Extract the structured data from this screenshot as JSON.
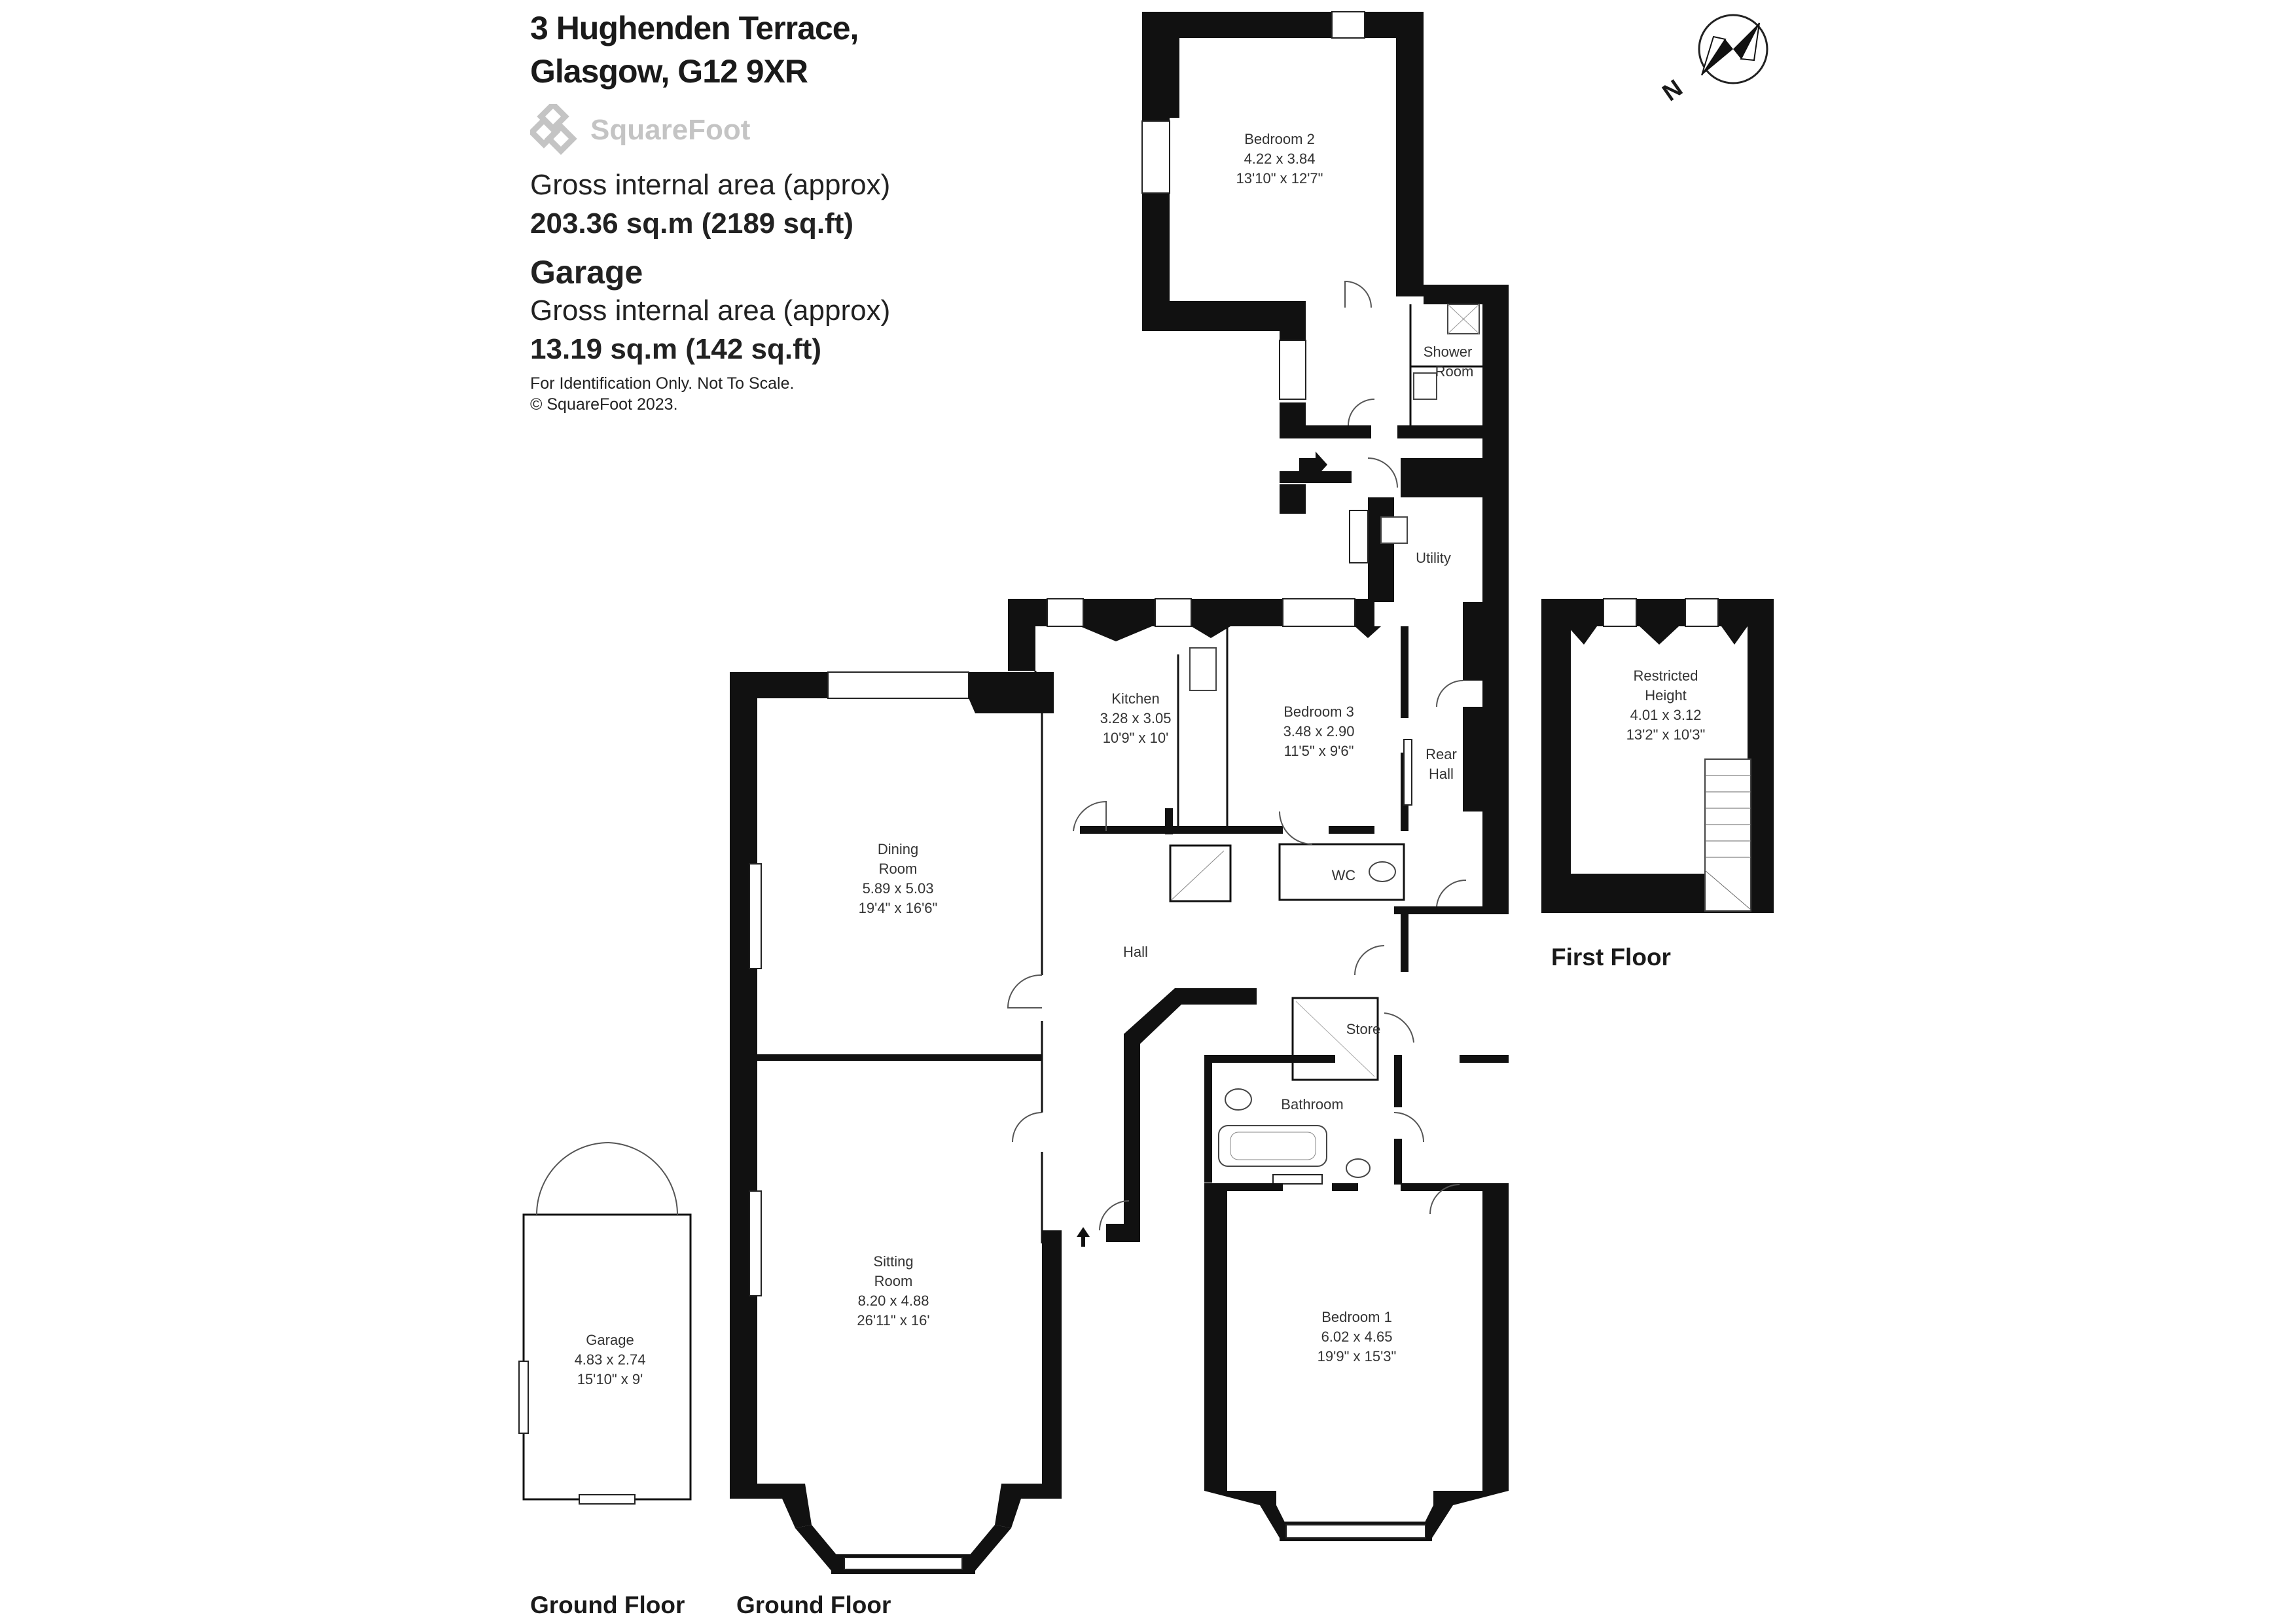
{
  "address": {
    "line1": "3 Hughenden Terrace,",
    "line2": "Glasgow, G12 9XR"
  },
  "logo": {
    "text": "SquareFoot"
  },
  "main_area": {
    "label": "Gross internal area (approx)",
    "value": "203.36 sq.m (2189 sq.ft)"
  },
  "garage_area": {
    "heading": "Garage",
    "label": "Gross internal area (approx)",
    "value": "13.19 sq.m (142 sq.ft)"
  },
  "notes": {
    "line1": "For Identification Only. Not To Scale.",
    "line2": "© SquareFoot 2023."
  },
  "compass": {
    "letter": "N"
  },
  "rooms": {
    "bedroom2": {
      "name": "Bedroom 2",
      "metric": "4.22 x 3.84",
      "imperial": "13'10\" x 12'7\""
    },
    "shower": {
      "line1": "Shower",
      "line2": "Room"
    },
    "utility": {
      "name": "Utility"
    },
    "kitchen": {
      "name": "Kitchen",
      "metric": "3.28 x 3.05",
      "imperial": "10'9\" x 10'"
    },
    "bedroom3": {
      "name": "Bedroom 3",
      "metric": "3.48 x 2.90",
      "imperial": "11'5\" x 9'6\""
    },
    "rear_hall": {
      "line1": "Rear",
      "line2": "Hall"
    },
    "wc": {
      "name": "WC"
    },
    "dining": {
      "line1": "Dining",
      "line2": "Room",
      "metric": "5.89 x 5.03",
      "imperial": "19'4\" x 16'6\""
    },
    "hall": {
      "name": "Hall"
    },
    "store": {
      "name": "Store"
    },
    "bathroom": {
      "name": "Bathroom"
    },
    "sitting": {
      "line1": "Sitting",
      "line2": "Room",
      "metric": "8.20 x 4.88",
      "imperial": "26'11\" x 16'"
    },
    "bedroom1": {
      "name": "Bedroom 1",
      "metric": "6.02 x 4.65",
      "imperial": "19'9\" x 15'3\""
    },
    "garage": {
      "name": "Garage",
      "metric": "4.83 x 2.74",
      "imperial": "15'10\" x 9'"
    },
    "restricted": {
      "line1": "Restricted",
      "line2": "Height",
      "metric": "4.01 x 3.12",
      "imperial": "13'2\" x 10'3\""
    }
  },
  "floors": {
    "garage_floor": "Ground Floor",
    "main_floor": "Ground Floor",
    "first_floor": "First Floor"
  }
}
